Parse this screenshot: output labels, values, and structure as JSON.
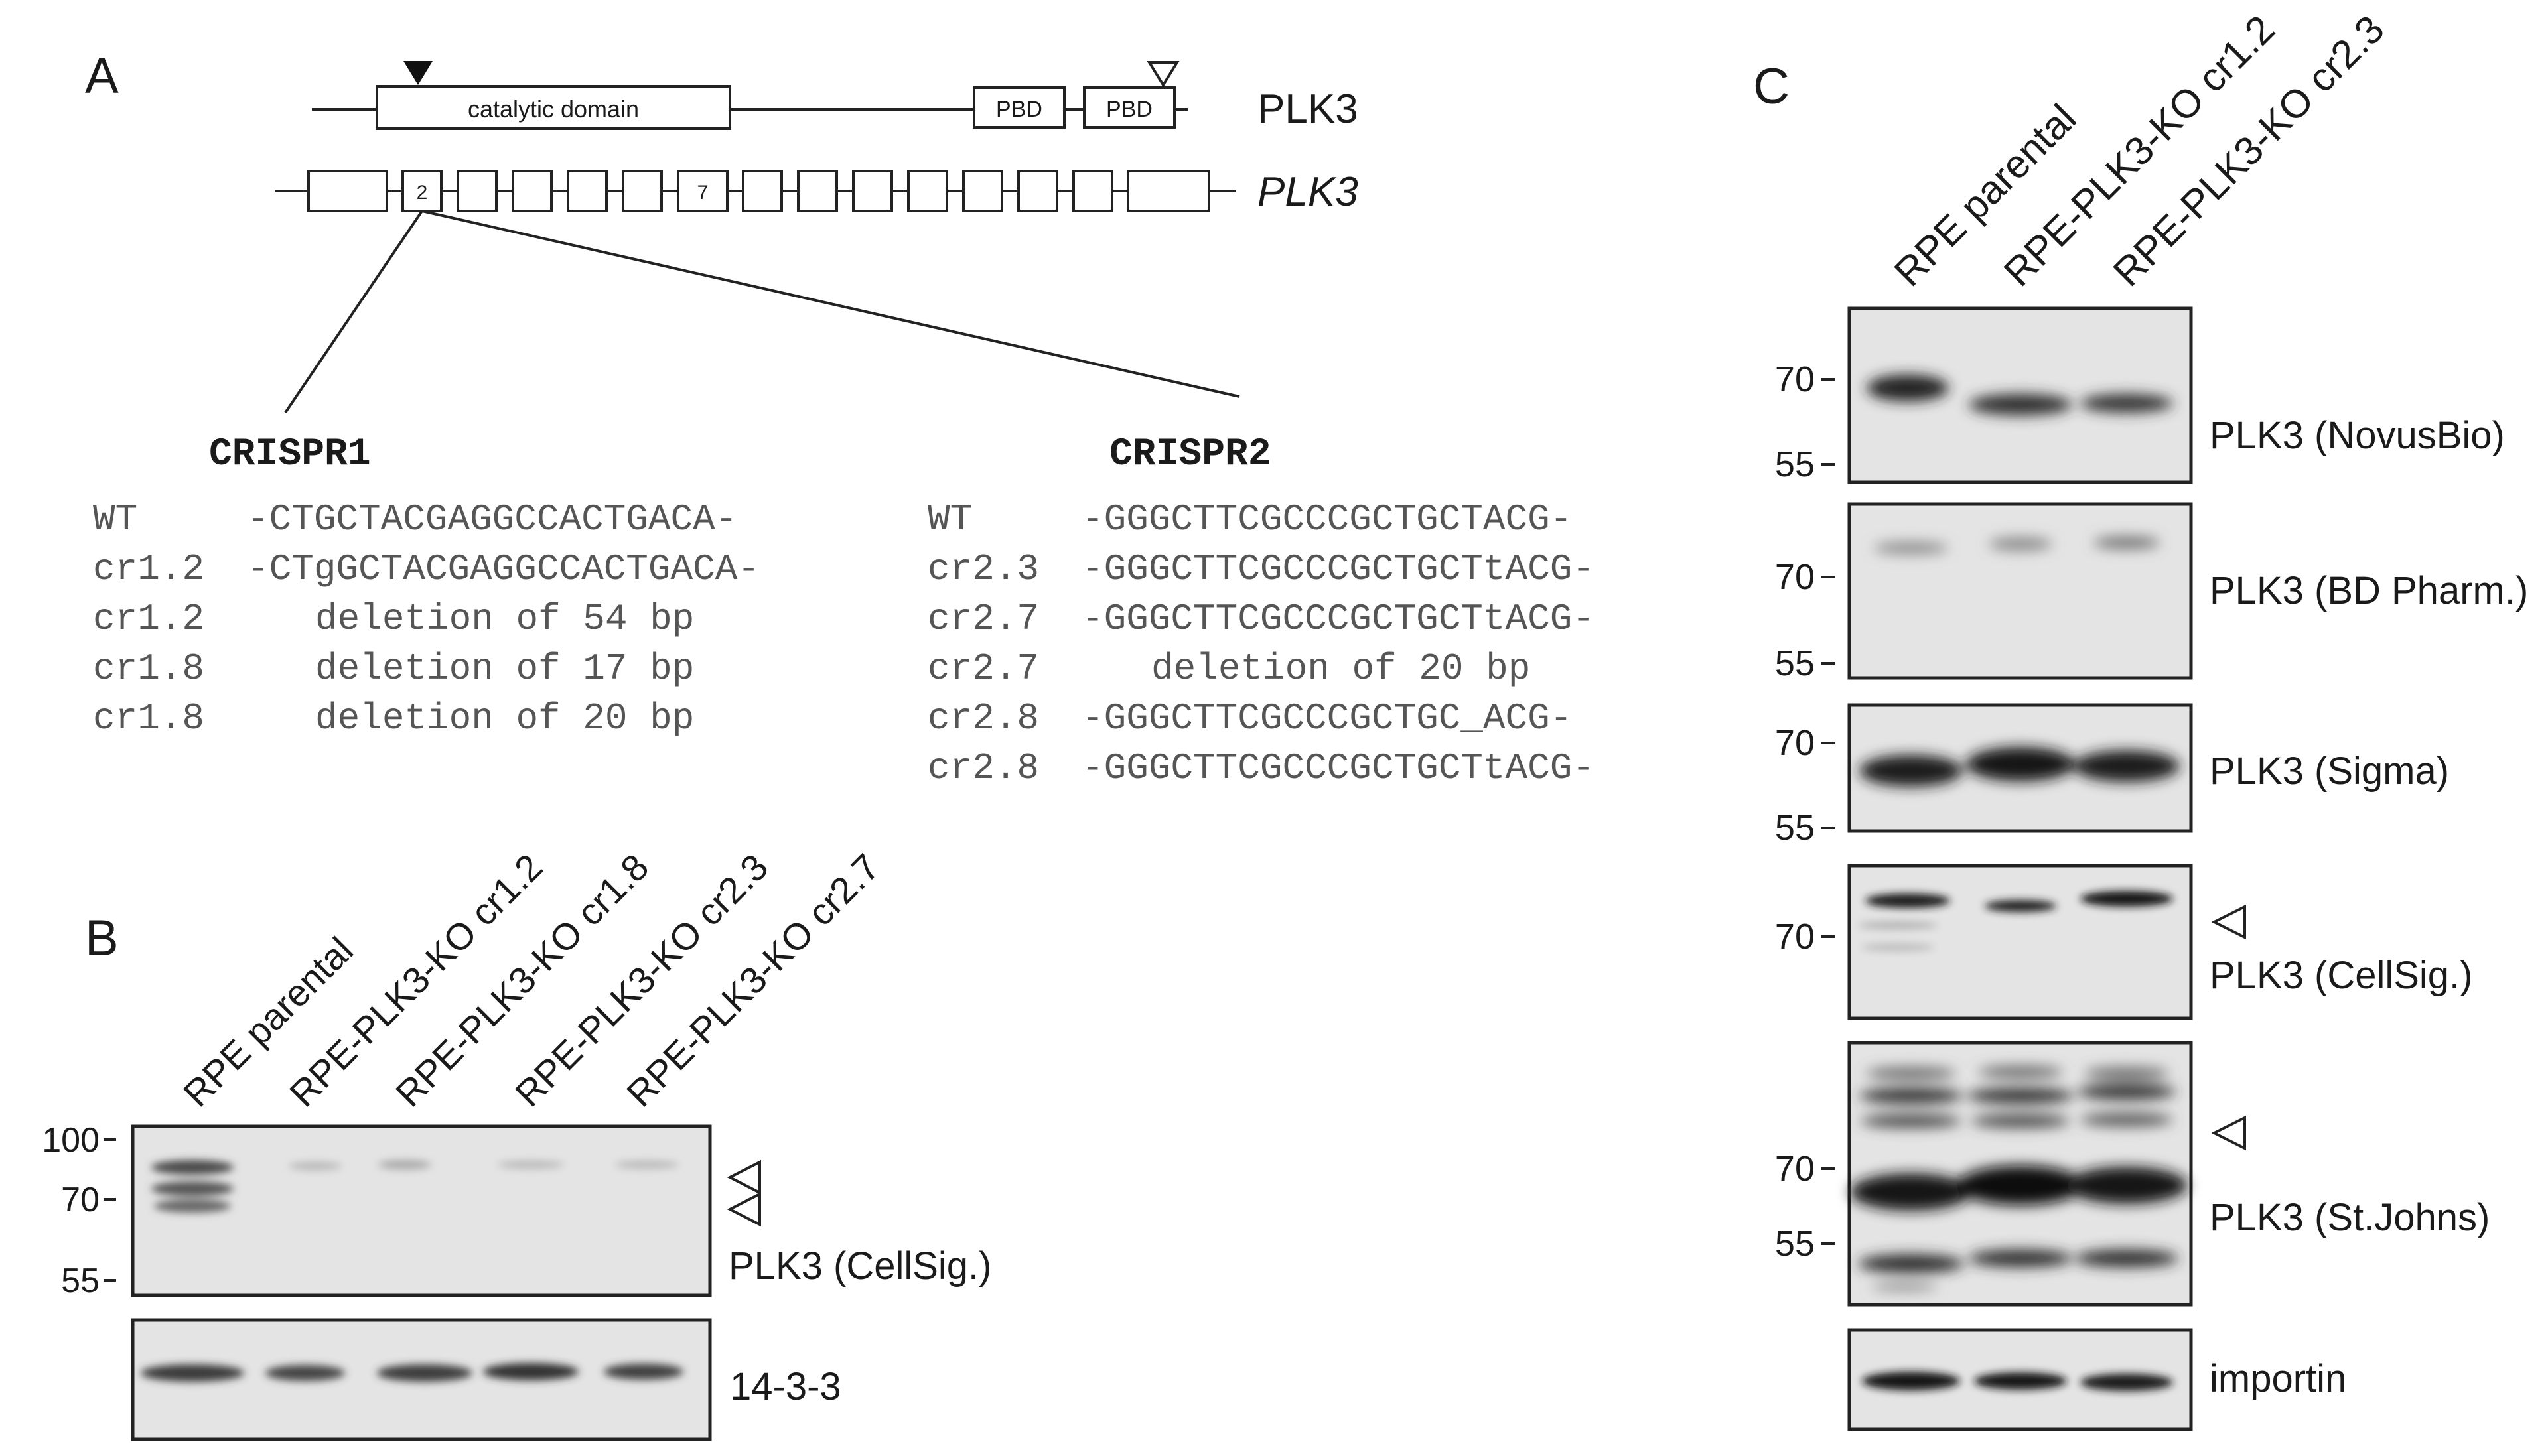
{
  "panelA": {
    "label": "A",
    "protein_name": "PLK3",
    "gene_name": "PLK3",
    "catalytic_label": "catalytic domain",
    "pbd1": "PBD",
    "pbd2": "PBD",
    "exon2": "2",
    "exon7": "7",
    "crispr1": {
      "title": "CRISPR1",
      "rows": [
        {
          "name": "WT",
          "seq": "-CTGCTACGAGGCCACTGACA-"
        },
        {
          "name": "cr1.2",
          "seq": "-CTgGCTACGAGGCCACTGACA-"
        },
        {
          "name": "cr1.2",
          "seq": "deletion of 54 bp"
        },
        {
          "name": "cr1.8",
          "seq": "deletion of 17 bp"
        },
        {
          "name": "cr1.8",
          "seq": "deletion of 20 bp"
        }
      ]
    },
    "crispr2": {
      "title": "CRISPR2",
      "rows": [
        {
          "name": "WT",
          "seq": "-GGGCTTCGCCCGCTGCTACG-"
        },
        {
          "name": "cr2.3",
          "seq": "-GGGCTTCGCCCGCTGCTtACG-"
        },
        {
          "name": "cr2.7",
          "seq": "-GGGCTTCGCCCGCTGCTtACG-"
        },
        {
          "name": "cr2.7",
          "seq": "deletion of 20 bp"
        },
        {
          "name": "cr2.8",
          "seq": "-GGGCTTCGCCCGCTGC_ACG-"
        },
        {
          "name": "cr2.8",
          "seq": "-GGGCTTCGCCCGCTGCTtACG-"
        }
      ]
    }
  },
  "panelB": {
    "label": "B",
    "lanes": [
      "RPE parental",
      "RPE-PLK3-KO cr1.2",
      "RPE-PLK3-KO cr1.8",
      "RPE-PLK3-KO cr2.3",
      "RPE-PLK3-KO cr2.7"
    ],
    "markers": [
      "100",
      "70",
      "55"
    ],
    "blot1_label": "PLK3 (CellSig.)",
    "blot2_label": "14-3-3"
  },
  "panelC": {
    "label": "C",
    "lanes": [
      "RPE parental",
      "RPE-PLK3-KO cr1.2",
      "RPE-PLK3-KO cr2.3"
    ],
    "blots": [
      {
        "label": "PLK3 (NovusBio)",
        "markers": [
          "70",
          "55"
        ]
      },
      {
        "label": "PLK3 (BD Pharm.)",
        "markers": [
          "70",
          "55"
        ]
      },
      {
        "label": "PLK3 (Sigma)",
        "markers": [
          "70",
          "55"
        ]
      },
      {
        "label": "PLK3 (CellSig.)",
        "markers": [
          "70"
        ]
      },
      {
        "label": "PLK3 (St.Johns)",
        "markers": [
          "70",
          "55"
        ]
      },
      {
        "label": "importin",
        "markers": []
      }
    ]
  }
}
